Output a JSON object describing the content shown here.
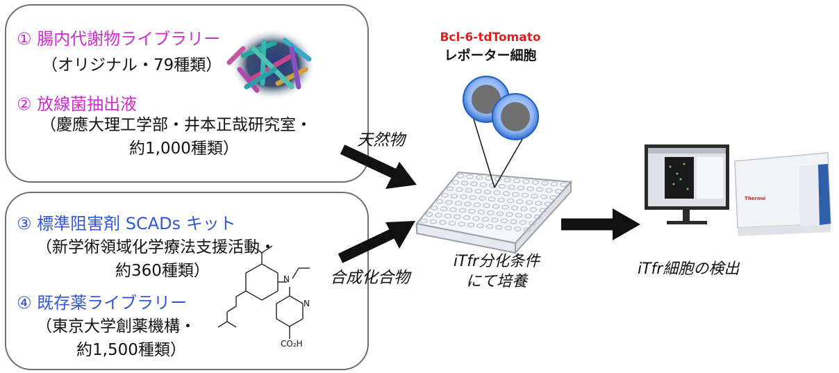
{
  "natural_sources": {
    "item1_title": "① 腸内代謝物ライブラリー",
    "item1_detail": "（オリジナル・79種類）",
    "item2_title": "② 放線菌抽出液",
    "item2_detail_line1": "（慶應大理工学部・井本正哉研究室・",
    "item2_detail_line2": "約1,000種類）"
  },
  "synthetic_sources": {
    "item3_title": "③ 標準阻害剤 SCADs キット",
    "item3_detail_line1": "（新学術領域化学療法支援活動・",
    "item3_detail_line2": "約360種類）",
    "item4_title": "④ 既存薬ライブラリー",
    "item4_detail_line1": "（東京大学創薬機構・",
    "item4_detail_line2": "約1,500種類）",
    "structure_atom_n": "N",
    "structure_atom_n2": "N",
    "structure_group": "CO₂H"
  },
  "arrow_labels": {
    "natural": "天然物",
    "synthetic": "合成化合物"
  },
  "reporter": {
    "line1": "Bcl-6-tdTomato",
    "line2": "レポーター細胞"
  },
  "culture_label": {
    "line1": "iTfr分化条件",
    "line2": "にて培養"
  },
  "detection_label": "iTfr細胞の検出",
  "instrument_brand": "Thermo",
  "colors": {
    "magenta": "#d12bd1",
    "blue": "#3157d6",
    "red": "#e02020",
    "arrow": "#111111",
    "box_border": "#6f6f6f"
  }
}
